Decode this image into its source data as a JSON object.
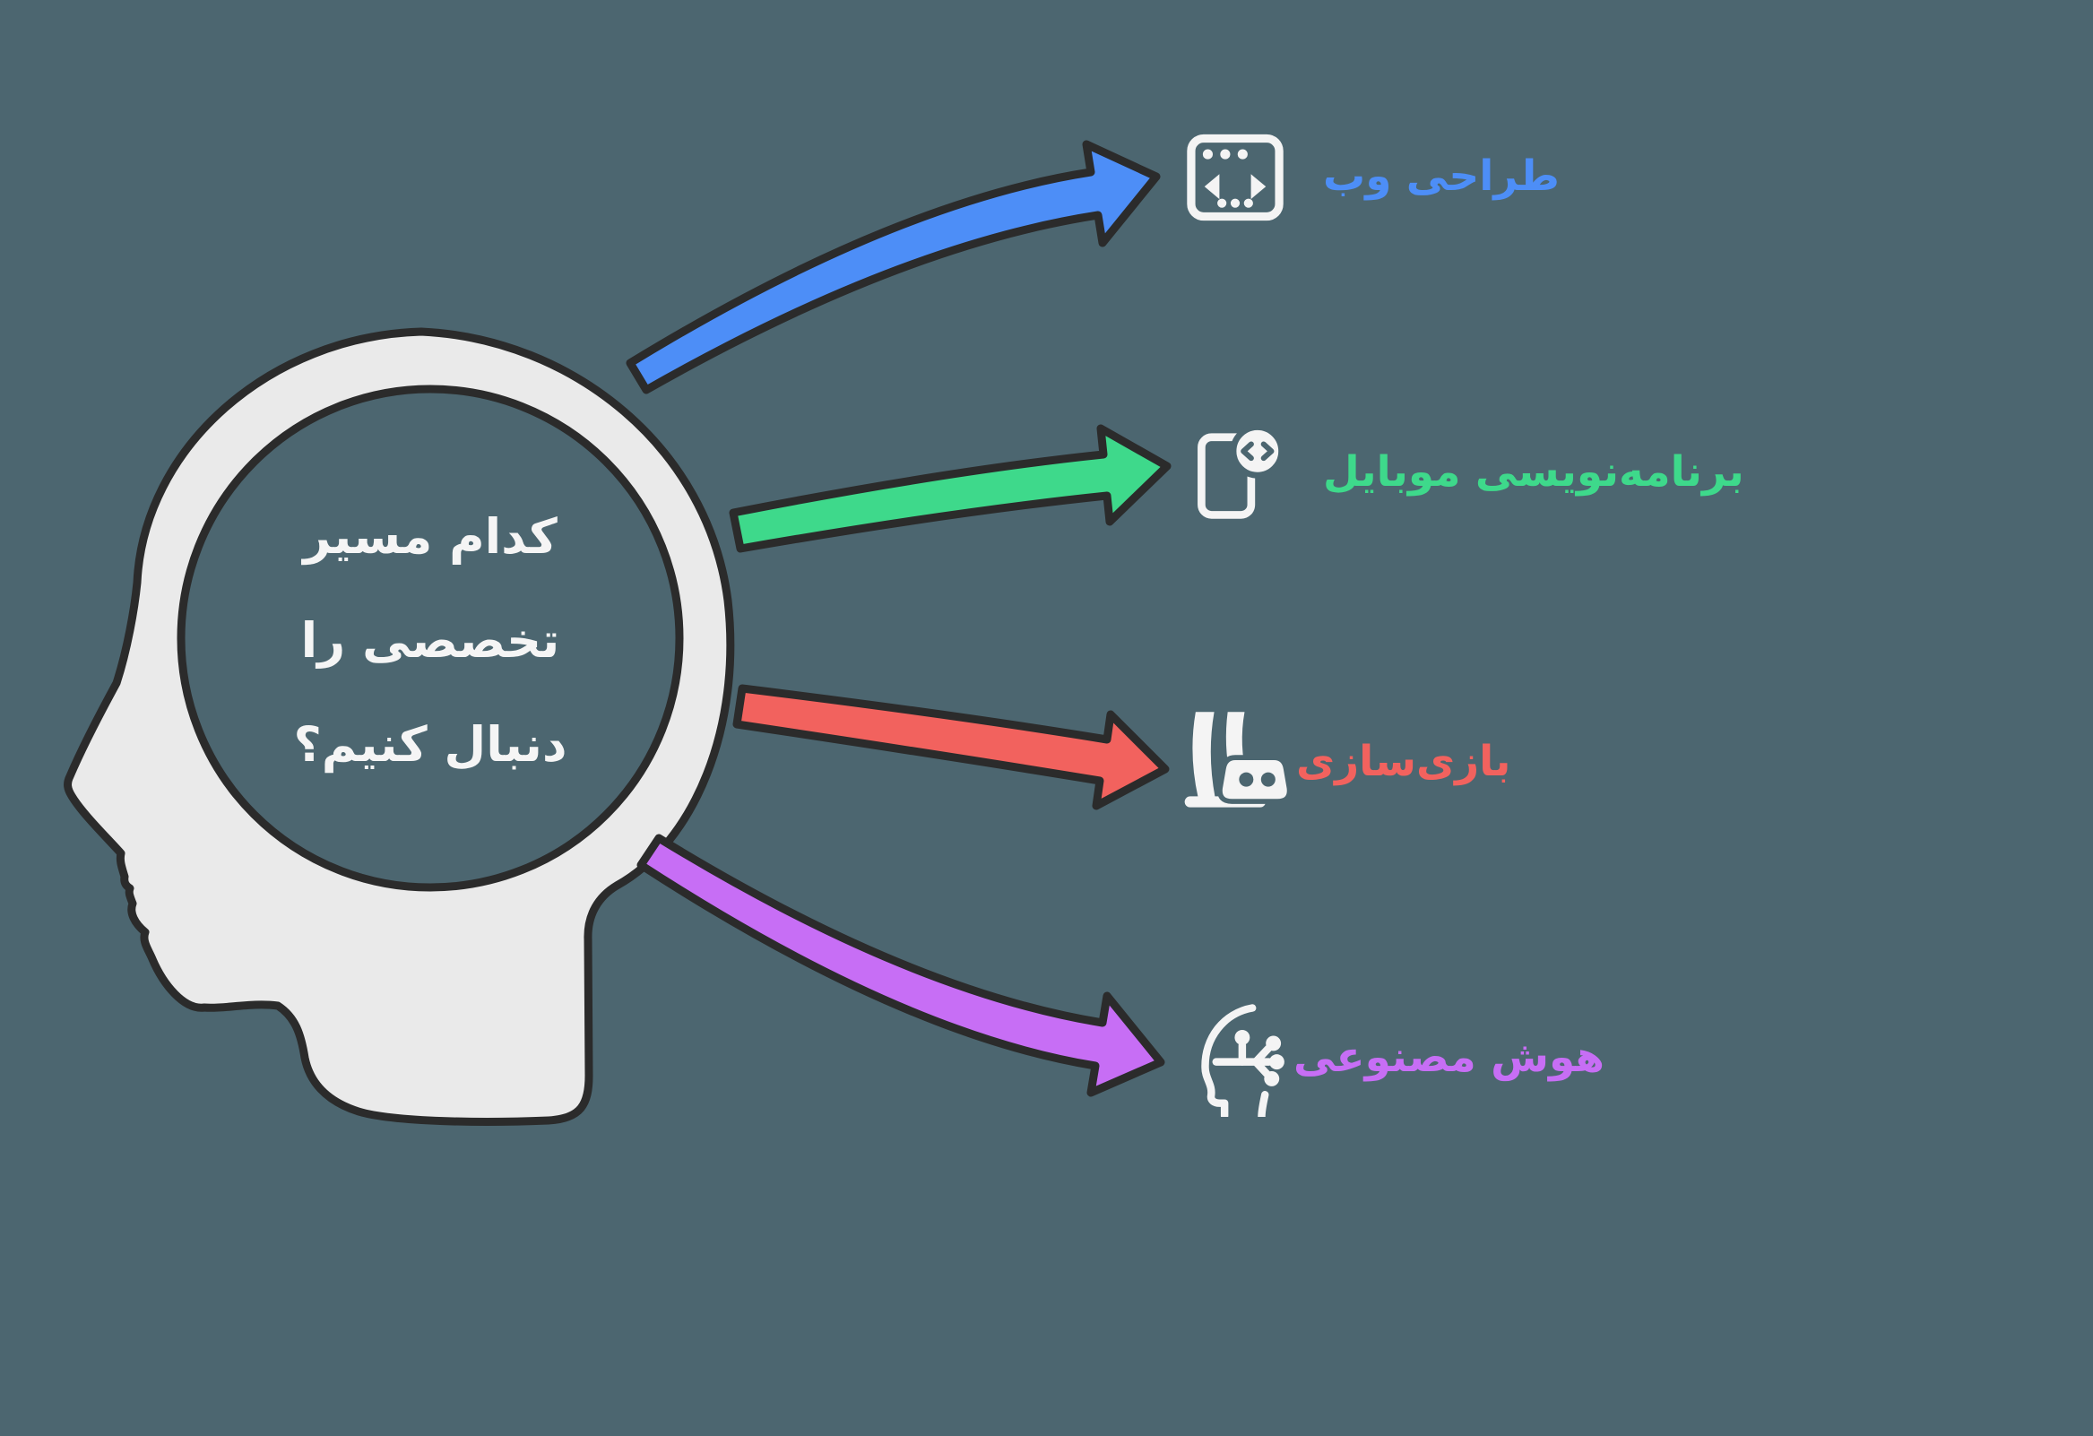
{
  "background_color": "#4c6670",
  "outline_color": "#2b2b2b",
  "icon_color": "#f4f4f4",
  "head": {
    "fill_color": "#eaeaea",
    "text_color": "#f5f5f5",
    "question_lines": [
      "کدام مسیر",
      "تخصصی را",
      "دنبال کنیم؟"
    ]
  },
  "options": [
    {
      "id": "web-design",
      "label": "طراحی وب",
      "color": "#4d8ef7",
      "icon": "browser-window-icon"
    },
    {
      "id": "mobile-development",
      "label": "برنامه‌نویسی موبایل",
      "color": "#3ed98b",
      "icon": "mobile-code-icon"
    },
    {
      "id": "game-development",
      "label": "بازی‌سازی",
      "color": "#f2625e",
      "icon": "game-console-icon"
    },
    {
      "id": "artificial-intelligence",
      "label": "هوش مصنوعی",
      "color": "#c76ef5",
      "icon": "ai-head-icon"
    }
  ]
}
